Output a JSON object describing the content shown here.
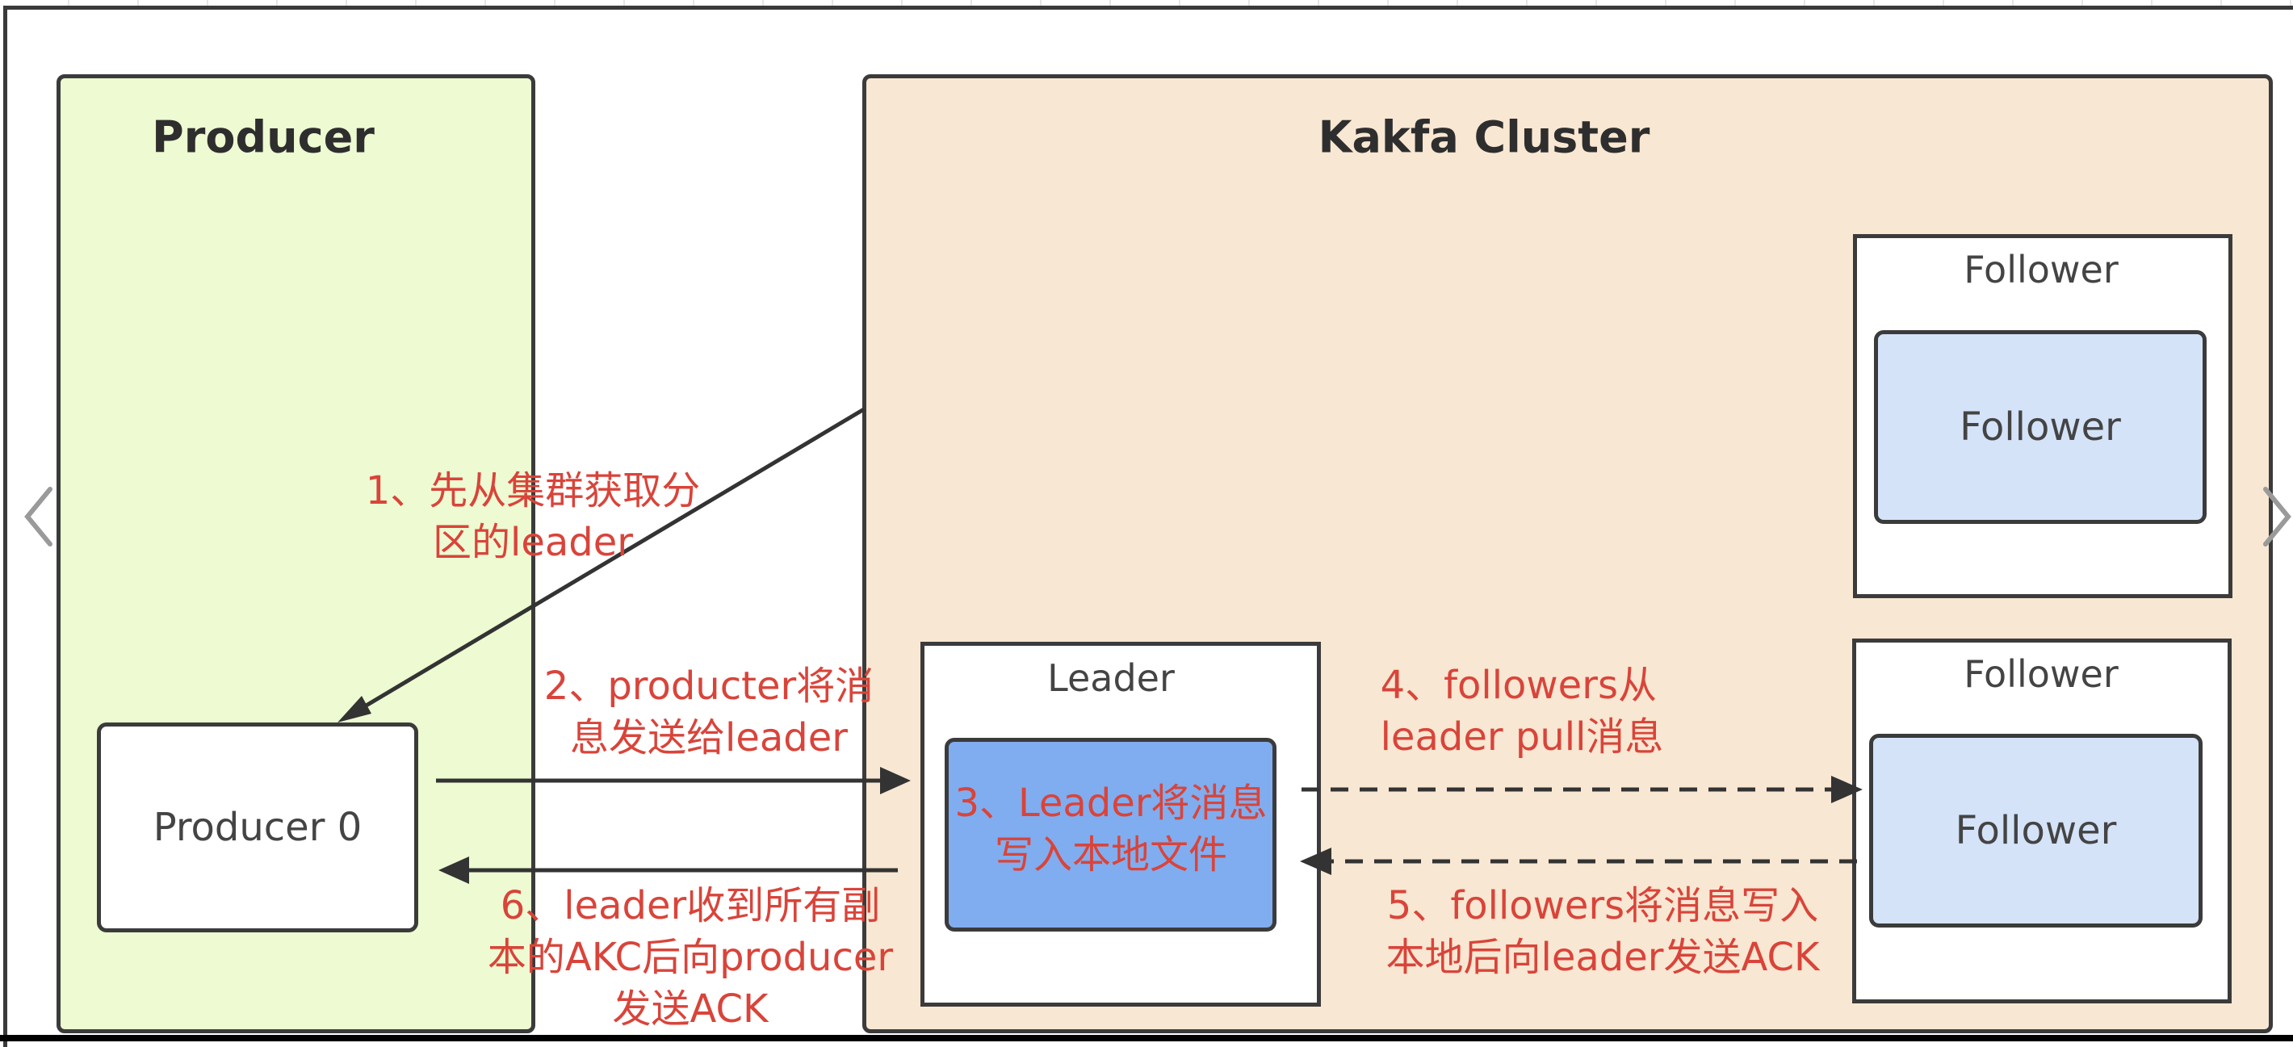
{
  "producer_group": {
    "title": "Producer",
    "node_label": "Producer 0",
    "color": "#edfad2"
  },
  "cluster": {
    "title": "Kakfa Cluster",
    "color": "#f8e7d2",
    "leader": {
      "title": "Leader",
      "inner_note": [
        "3、Leader将消息",
        "写入本地文件"
      ],
      "inner_color": "#80adef"
    },
    "followers": [
      {
        "title": "Follower",
        "inner_label": "Follower"
      },
      {
        "title": "Follower",
        "inner_label": "Follower"
      }
    ],
    "follower_inner_color": "#d4e3f8"
  },
  "steps": {
    "step1": [
      "1、先从集群获取分",
      "区的leader"
    ],
    "step2": [
      "2、producter将消",
      "息发送给leader"
    ],
    "step4": [
      "4、followers从",
      "leader pull消息"
    ],
    "step5": [
      "5、followers将消息写入",
      "本地后向leader发送ACK"
    ],
    "step6": [
      "6、leader收到所有副",
      "本的AKC后向producer",
      "发送ACK"
    ]
  },
  "note_color": "#d9443a",
  "nav": {
    "prev_icon": "chevron-left-icon",
    "next_icon": "chevron-right-icon"
  }
}
